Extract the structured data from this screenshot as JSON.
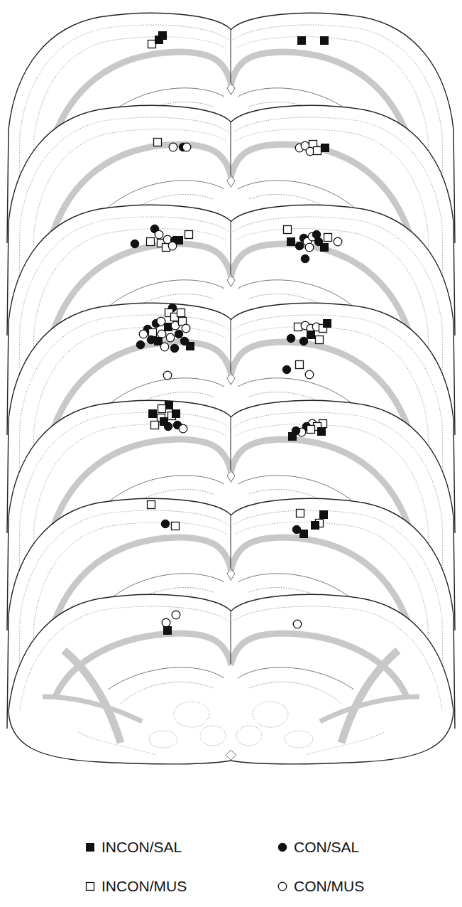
{
  "diagram": {
    "legend": [
      {
        "text": "INCON/SAL"
      },
      {
        "text": "CON/SAL"
      },
      {
        "text": "INCON/MUS"
      },
      {
        "text": "CON/MUS"
      }
    ]
  }
}
